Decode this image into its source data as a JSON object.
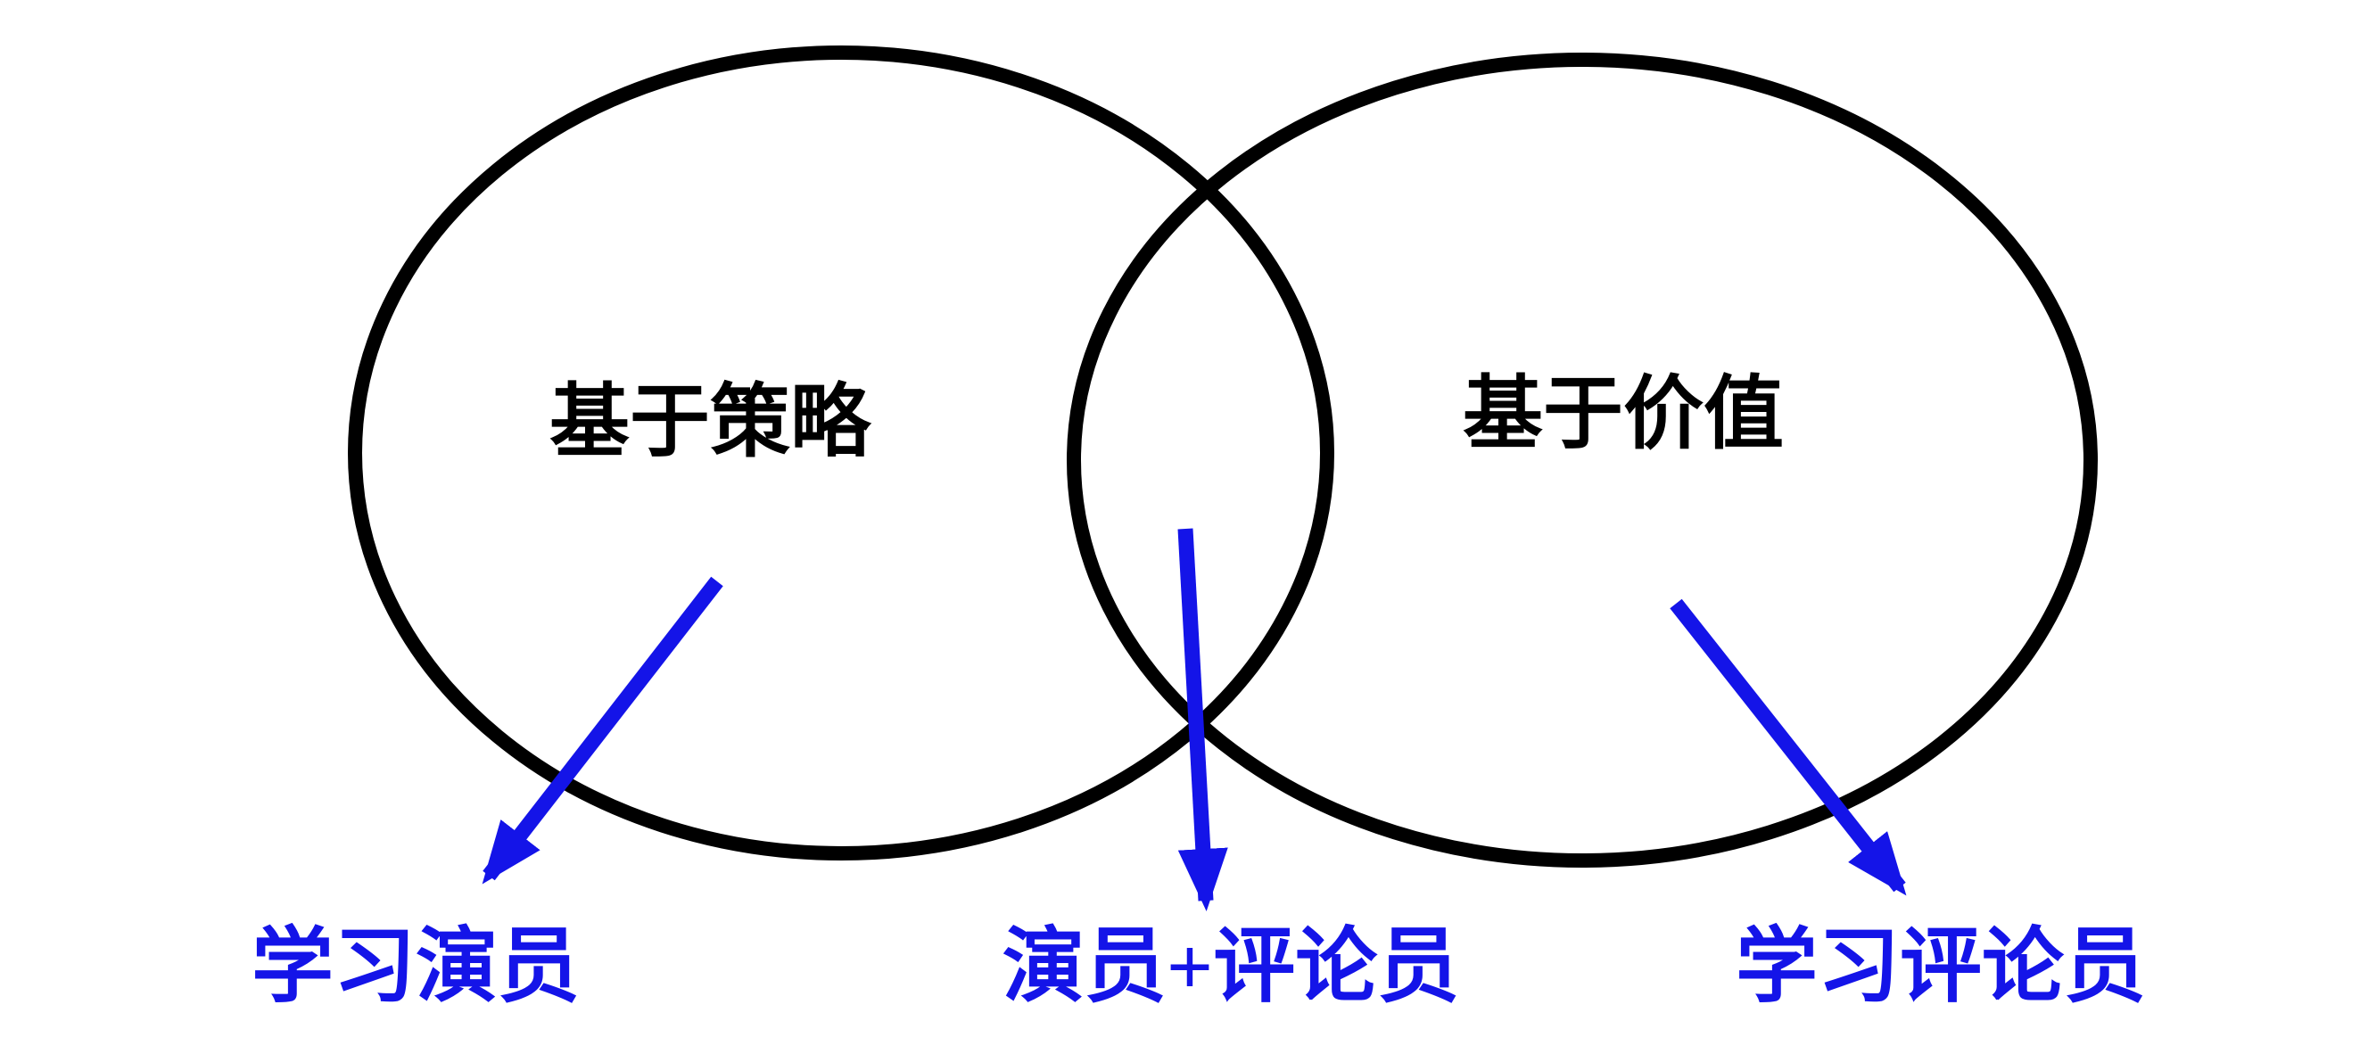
{
  "venn": {
    "left_set_label": "基于策略",
    "right_set_label": "基于价值",
    "left_result_label": "学习演员",
    "intersection_result_label": "演员+评论员",
    "right_result_label": "学习评论员"
  },
  "colors": {
    "circle_stroke": "#000000",
    "arrow_blue": "#1414e8",
    "result_text_blue": "#1414e8",
    "set_text_black": "#000000",
    "background": "#ffffff"
  }
}
